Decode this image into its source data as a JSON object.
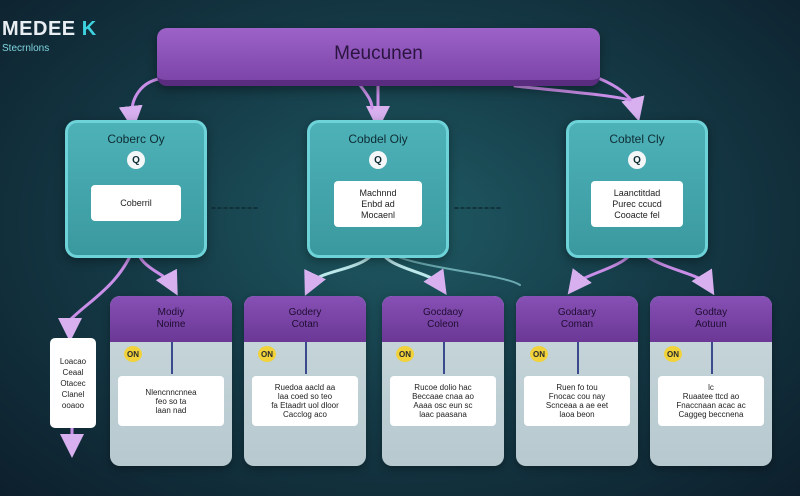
{
  "logo": {
    "title": "MEDEE ",
    "title_accent": "K",
    "subtitle": "Stecrnlons"
  },
  "top_bar": {
    "label": "Meucunen"
  },
  "cards": [
    {
      "title": "Coberc Oy",
      "icon": "Q",
      "box": "Coberril"
    },
    {
      "title": "Cobdel Oiy",
      "icon": "Q",
      "box": "Machnnd\nEnbd ad\nMocaenl"
    },
    {
      "title": "Cobtel Cly",
      "icon": "Q",
      "box": "Laanctitdad\nPurec ccucd\nCooacte fel"
    }
  ],
  "columns": [
    {
      "header": "Modiy\nNoime",
      "badge": "ON",
      "text": "Nlencnncnnea\nfeo so ta\nlaan nad"
    },
    {
      "header": "Godery\nCotan",
      "badge": "ON",
      "text": "Ruedoa aacld aa\nlaa coed so teo\nfa Etaadrt uol dloor\nCacclog aco"
    },
    {
      "header": "Gocdaoy\nColeon",
      "badge": "ON",
      "text": "Rucoe dolio hac\nBeccaae cnaa ao\nAaaa osc eun sc\nlaac paasana"
    },
    {
      "header": "Godaary\nComan",
      "badge": "ON",
      "text": "Ruen fo tou\nFnocac cou nay\nScnceaa a ae eet\nlaoa beon"
    },
    {
      "header": "Godtay\nAotuun",
      "badge": "ON",
      "text": "lc\nRuaatee ttcd ao\nFnaccnaan acac ac\nCaggeg beccnena"
    }
  ],
  "side_box": {
    "text": "Loacao\nCeaal\nOtacec\nClanel\nooaoo"
  }
}
